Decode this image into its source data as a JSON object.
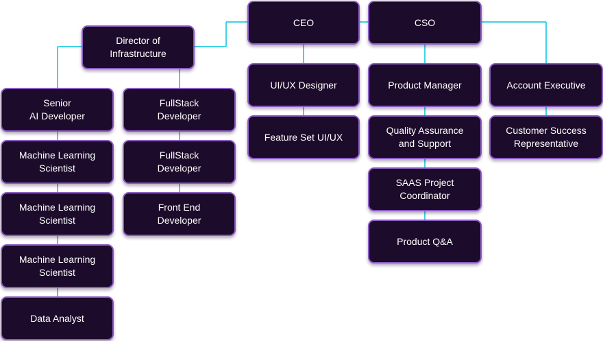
{
  "chart": {
    "nodes": {
      "director_infrastructure": "Director of\nInfrastructure",
      "ceo": "CEO",
      "cso": "CSO",
      "senior_ai_developer": "Senior\nAI Developer",
      "fullstack_developer_1": "FullStack\nDeveloper",
      "ui_ux_designer": "UI/UX Designer",
      "product_manager": "Product Manager",
      "account_executive": "Account Executive",
      "ml_scientist_1": "Machine Learning\nScientist",
      "fullstack_developer_2": "FullStack\nDeveloper",
      "feature_set_ui_ux": "Feature Set UI/UX",
      "quality_assurance": "Quality Assurance\nand Support",
      "customer_success": "Customer Success\nRepresentative",
      "ml_scientist_2": "Machine Learning\nScientist",
      "front_end_developer": "Front End\nDeveloper",
      "saas_project_coordinator": "SAAS Project\nCoordinator",
      "ml_scientist_3": "Machine Learning\nScientist",
      "product_qa": "Product Q&A",
      "data_analyst": "Data Analyst"
    },
    "colors": {
      "node_fill": "#1c0b2a",
      "node_border": "#8b5cc4",
      "connector": "#3fd3e6",
      "text": "#ffffff"
    }
  }
}
